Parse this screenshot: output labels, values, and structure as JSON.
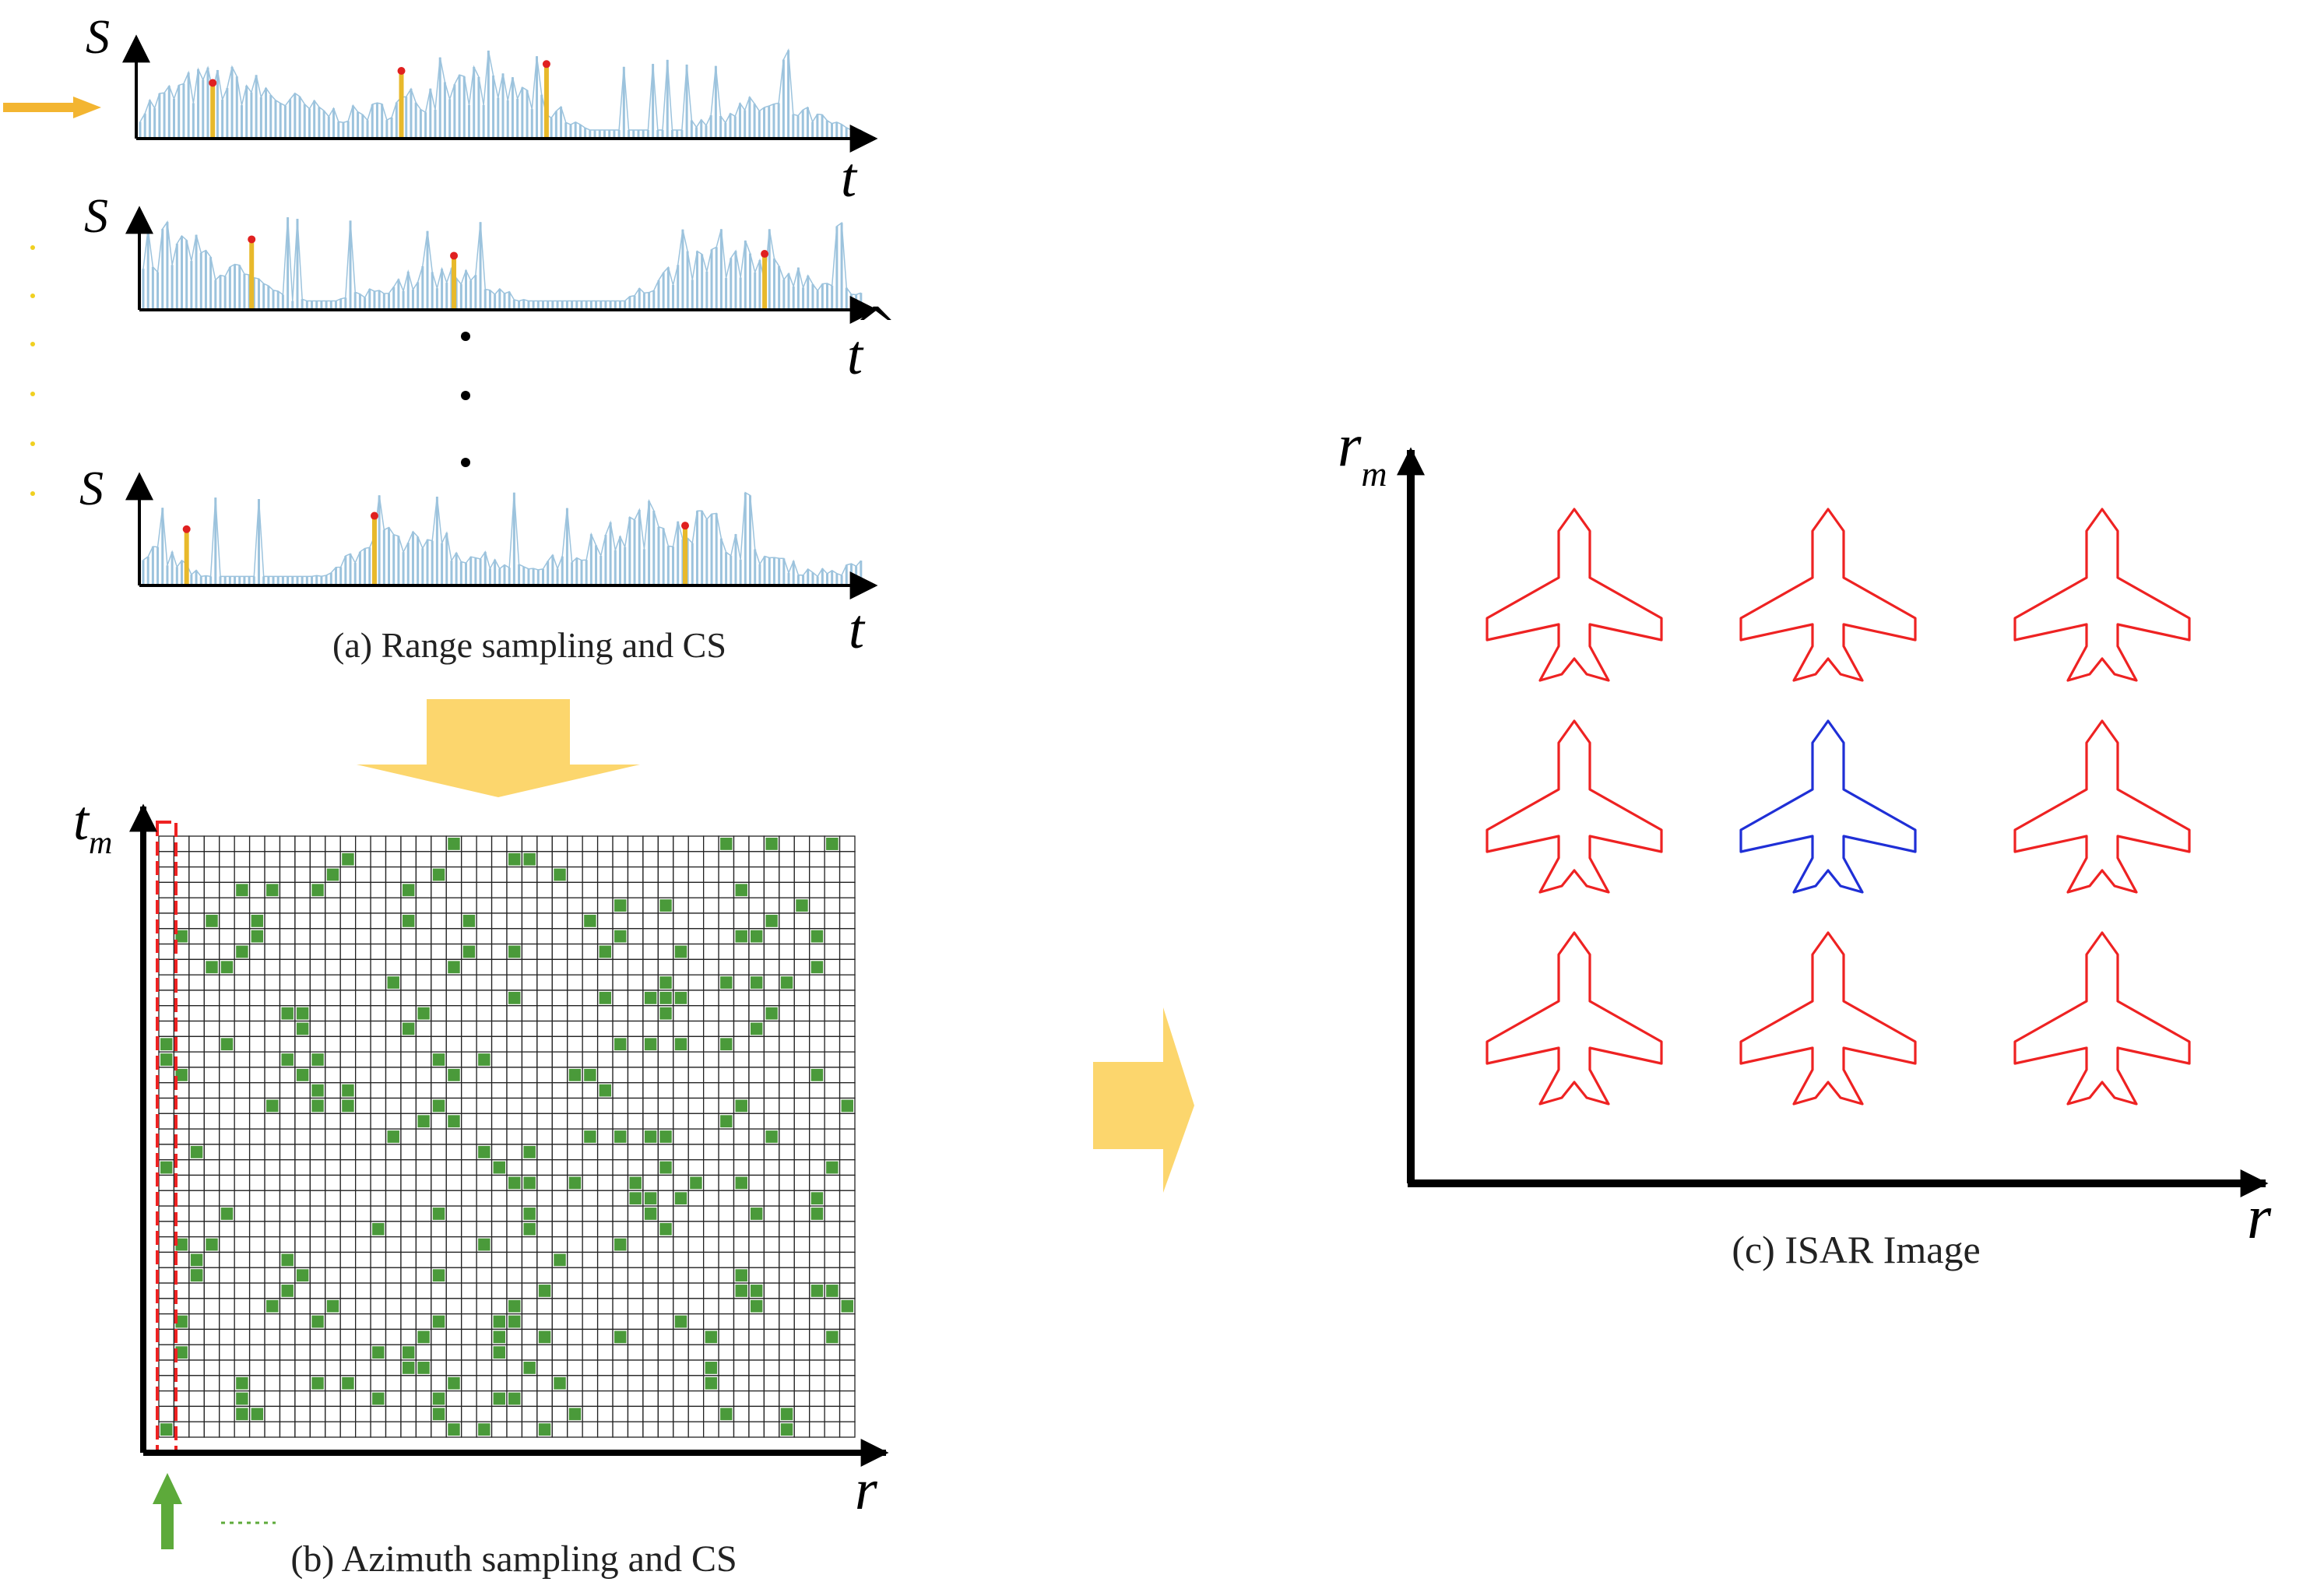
{
  "colors": {
    "signal": "#9cc3dd",
    "sample": "#e8b92b",
    "sample_dot": "#e02020",
    "flow_arrow": "#fcd66d",
    "grid_fill": "#4a9a3a",
    "window": "#ee2222",
    "green_arrow": "#5daa3a",
    "target_normal": "#ee2222",
    "target_highlight": "#1f2fd6",
    "axis": "#000000"
  },
  "panel_a": {
    "caption": "(a) Range sampling and CS",
    "rows": [
      {
        "y_symbol": "S",
        "x_symbol": "t",
        "hat": false,
        "samples": [
          0.1,
          0.36,
          0.56
        ]
      },
      {
        "y_symbol": "S",
        "x_symbol": "t",
        "hat": true,
        "samples": [
          0.15,
          0.43,
          0.86
        ]
      },
      {
        "y_symbol": "S",
        "x_symbol": "t",
        "hat": false,
        "samples": [
          0.06,
          0.32,
          0.75
        ]
      }
    ]
  },
  "panel_b": {
    "caption": "(b) Azimuth sampling and CS",
    "y_symbol": "t",
    "y_sub": "m",
    "x_symbol": "r",
    "grid_rows": 39,
    "grid_cols": 46
  },
  "panel_c": {
    "caption": "(c) ISAR Image",
    "y_symbol": "r",
    "y_sub": "m",
    "x_symbol": "r",
    "targets": [
      {
        "row": 0,
        "col": 0,
        "color": "red"
      },
      {
        "row": 0,
        "col": 1,
        "color": "red"
      },
      {
        "row": 0,
        "col": 2,
        "color": "red"
      },
      {
        "row": 1,
        "col": 0,
        "color": "red"
      },
      {
        "row": 1,
        "col": 1,
        "color": "blue"
      },
      {
        "row": 1,
        "col": 2,
        "color": "red"
      },
      {
        "row": 2,
        "col": 0,
        "color": "red"
      },
      {
        "row": 2,
        "col": 1,
        "color": "red"
      },
      {
        "row": 2,
        "col": 2,
        "color": "red"
      }
    ]
  }
}
